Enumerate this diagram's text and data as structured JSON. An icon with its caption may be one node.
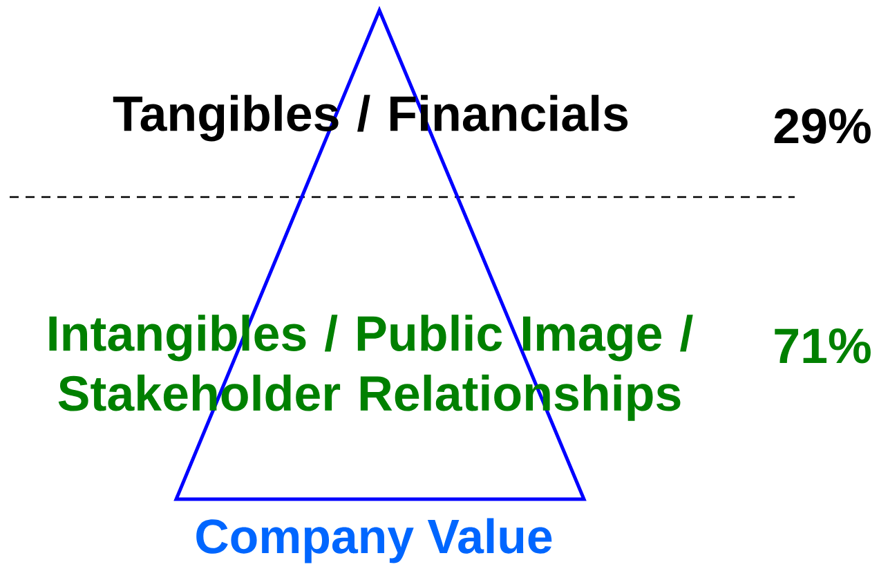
{
  "diagram": {
    "nodes": [
      {
        "text": [
          "Company Value"
        ]
      }
    ],
    "labels": [
      "Tangibles / Financials",
      "29%",
      "Intangibles / Public Image / Stakeholder Relationships",
      "71%"
    ]
  }
}
